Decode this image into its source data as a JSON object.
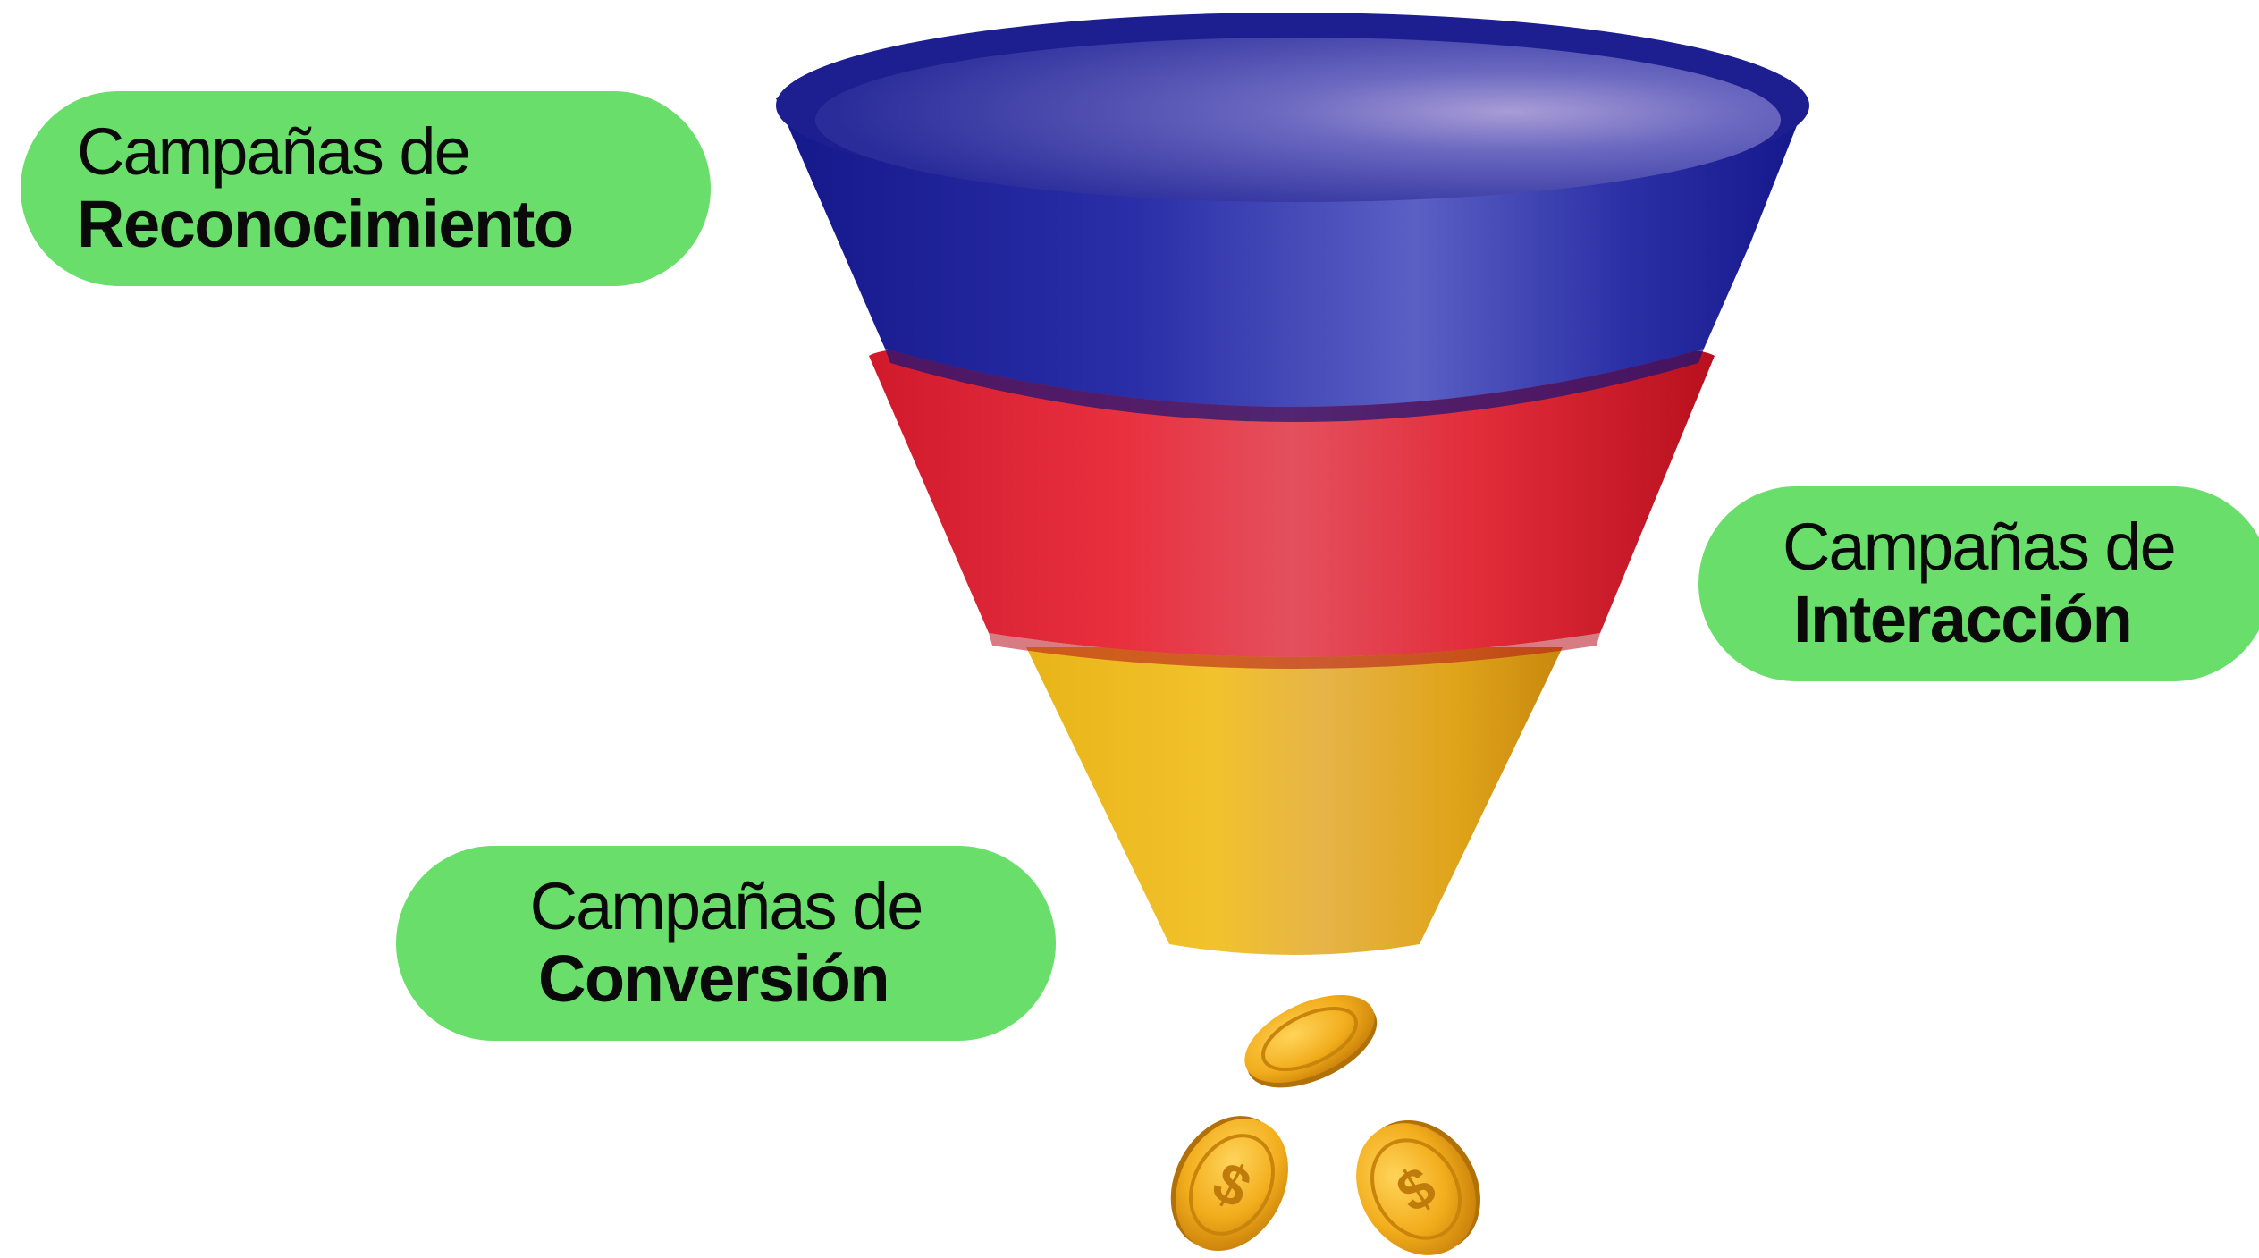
{
  "labels": {
    "top": {
      "line1": "Campañas de",
      "line2": "Reconocimiento"
    },
    "middle": {
      "line1": "Campañas de",
      "line2": "Interacción"
    },
    "bottom": {
      "line1": "Campañas de",
      "line2": "Conversión"
    }
  },
  "colors": {
    "pill_background": "#6ade6a",
    "funnel_top": "#2a2c9c",
    "funnel_middle": "#e0303f",
    "funnel_bottom": "#e8b424",
    "coin": "#f0b020"
  },
  "icons": [
    "funnel-illustration",
    "coin-icon"
  ]
}
